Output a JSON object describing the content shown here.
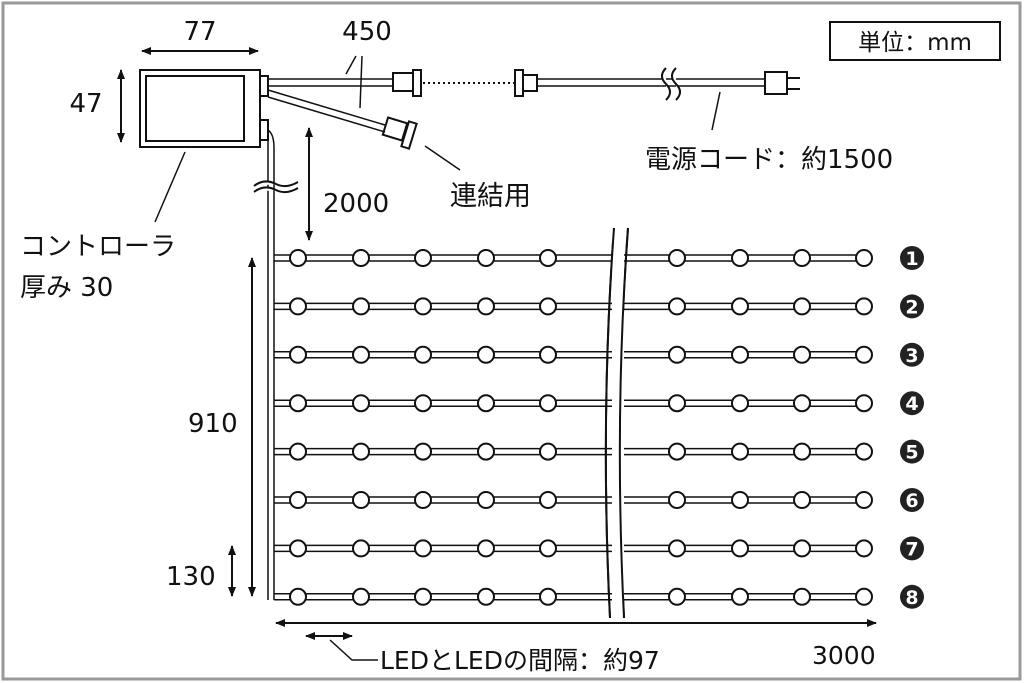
{
  "unit_label": "単位：mm",
  "controller": {
    "width": "77",
    "height": "47",
    "label_line1": "コントローラ",
    "label_line2": "厚み 30"
  },
  "cable_length": "450",
  "power_cord": "電源コード：約1500",
  "link_label": "連結用",
  "lead_length": "2000",
  "total_height": "910",
  "row_spacing": "130",
  "led_spacing": "LEDとLEDの間隔：約97",
  "total_width": "3000",
  "rows": [
    "1",
    "2",
    "3",
    "4",
    "5",
    "6",
    "7",
    "8"
  ]
}
